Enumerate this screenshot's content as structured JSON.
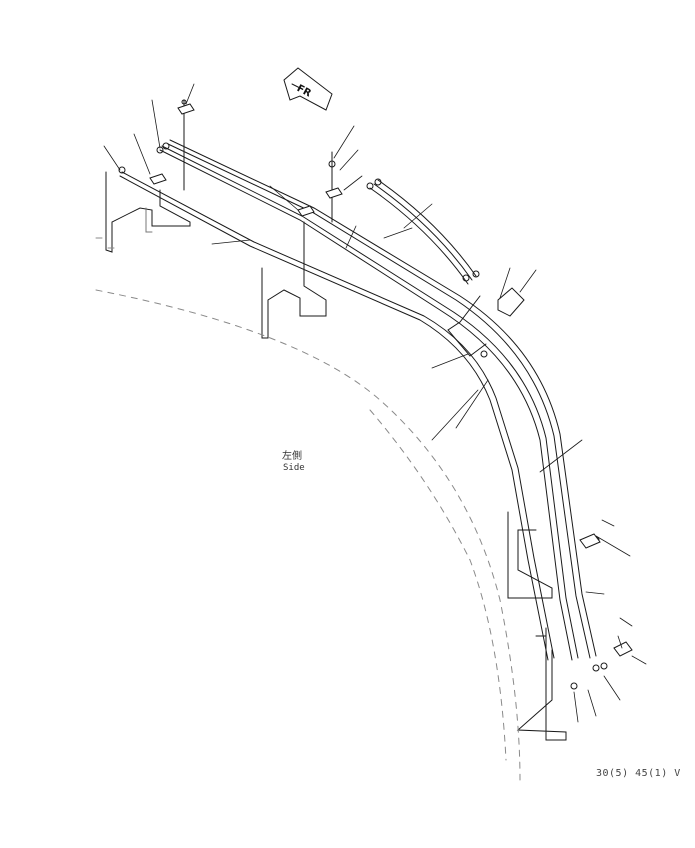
{
  "diagram": {
    "front_marker": {
      "text": "FR"
    },
    "side_labels": [
      "左側",
      "Side"
    ],
    "drawing_code": "30(5) 45(1) V"
  },
  "colors": {
    "line": "#1a1a1a",
    "faint": "#8a8a8a",
    "background": "#ffffff"
  }
}
